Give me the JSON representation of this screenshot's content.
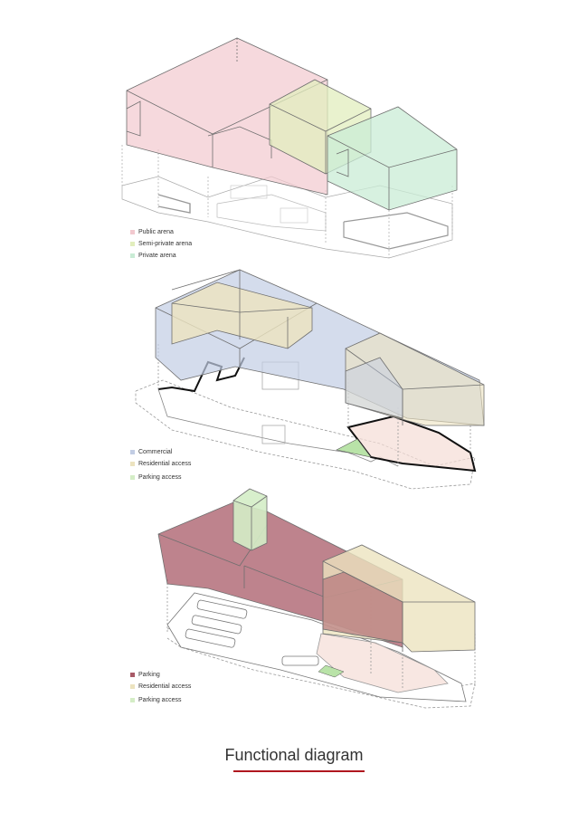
{
  "title": "Functional diagram",
  "colors": {
    "accent_underline": "#b0171f",
    "public": "#f2c9cf",
    "semi_private": "#e2eebd",
    "private": "#c9ecd5",
    "commercial": "#c2cde4",
    "residential_access": "#ece3bf",
    "parking_access": "#d4edc6",
    "parking": "#a85a67",
    "outline": "#6f6f6f"
  },
  "diagrams": [
    {
      "legend": [
        {
          "label": "Public arena",
          "color": "#f2c9cf"
        },
        {
          "label": "Semi-private arena",
          "color": "#e2eebd"
        },
        {
          "label": "Private arena",
          "color": "#c9ecd5"
        }
      ]
    },
    {
      "legend": [
        {
          "label": "Commercial",
          "color": "#c2cde4"
        },
        {
          "label": "Residential access",
          "color": "#ece3bf"
        },
        {
          "label": "Parking access",
          "color": "#d4edc6"
        }
      ]
    },
    {
      "legend": [
        {
          "label": "Parking",
          "color": "#a85a67"
        },
        {
          "label": "Residential access",
          "color": "#ece3bf"
        },
        {
          "label": "Parking access",
          "color": "#d4edc6"
        }
      ]
    }
  ]
}
